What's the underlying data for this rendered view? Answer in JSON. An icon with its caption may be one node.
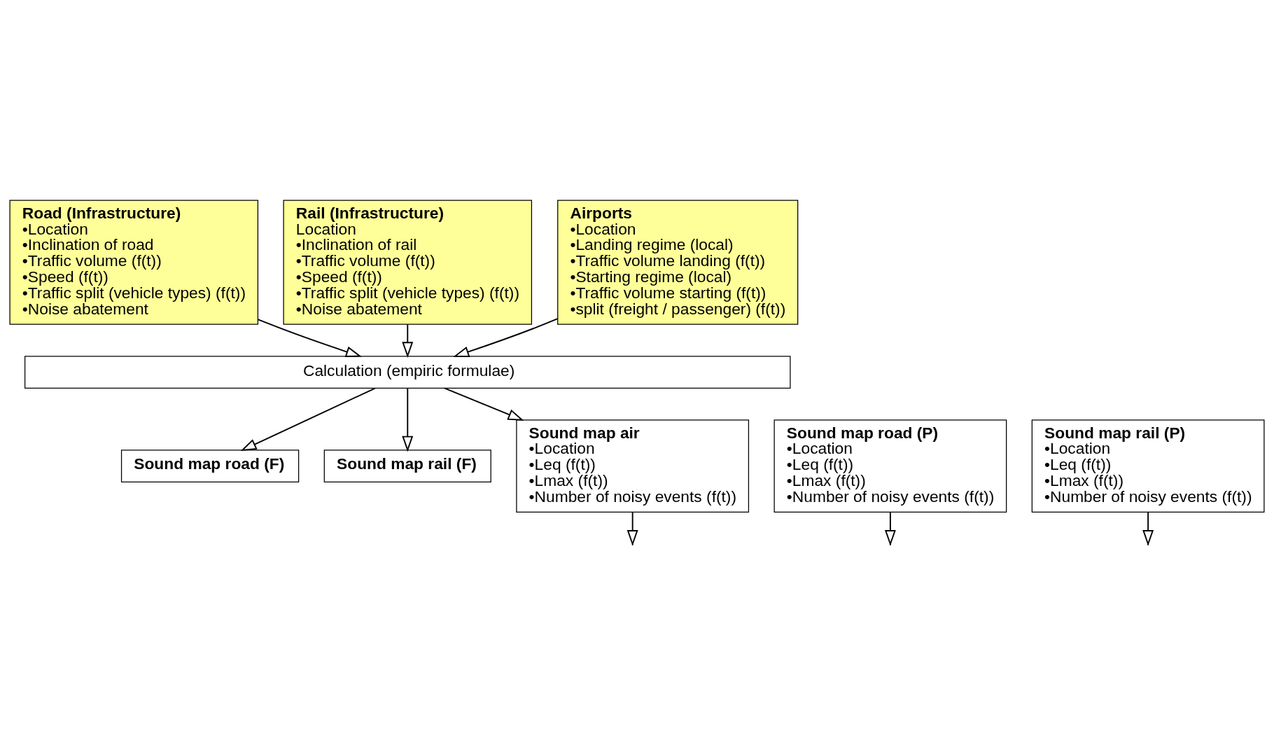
{
  "diagram": {
    "nodes": [
      {
        "text": [
          "Road (Infrastructure)",
          "•Location",
          "•Inclination of road",
          "•Traffic volume (f(t))",
          "•Speed (f(t))",
          "•Traffic split (vehicle types) (f(t))",
          "•Noise abatement"
        ]
      },
      {
        "text": [
          "Rail (Infrastructure)",
          "Location",
          "•Inclination of rail",
          "•Traffic volume (f(t))",
          "•Speed (f(t))",
          "•Traffic split (vehicle types) (f(t))",
          "•Noise abatement"
        ]
      },
      {
        "text": [
          "Airports",
          "•Location",
          "•Landing regime (local)",
          "•Traffic volume landing (f(t))",
          "•Starting regime (local)",
          "•Traffic volume starting (f(t))",
          "•split (freight / passenger) (f(t))"
        ]
      },
      {
        "text": [
          "Calculation (empiric formulae)"
        ]
      },
      {
        "text": [
          "Sound map road (F)"
        ]
      },
      {
        "text": [
          "Sound map road (P)",
          "•Location",
          "•Leq (f(t))",
          "•Lmax (f(t))",
          "•Number of noisy events (f(t))"
        ]
      },
      {
        "text": [
          "Sound map rail (F)"
        ]
      },
      {
        "text": [
          "Sound map rail (P)",
          "•Location",
          "•Leq (f(t))",
          "•Lmax (f(t))",
          "•Number of noisy events (f(t))"
        ]
      },
      {
        "text": [
          "Sound map air",
          "•Location",
          "•Leq (f(t))",
          "•Lmax (f(t))",
          "•Number of noisy events (f(t))"
        ]
      }
    ],
    "edges": [
      {
        "from": 0,
        "to": 3,
        "arrow": "to"
      },
      {
        "from": 1,
        "to": 3,
        "arrow": "to"
      },
      {
        "from": 2,
        "to": 3,
        "arrow": "to"
      },
      {
        "from": 3,
        "to": 4,
        "arrow": "to"
      },
      {
        "from": 3,
        "to": 6,
        "arrow": "to"
      },
      {
        "from": 3,
        "to": 8,
        "arrow": "to"
      },
      {
        "from": 5,
        "to": null,
        "arrow": "to"
      },
      {
        "from": 7,
        "to": null,
        "arrow": "to"
      },
      {
        "from": 8,
        "to": null,
        "arrow": "to"
      }
    ]
  }
}
